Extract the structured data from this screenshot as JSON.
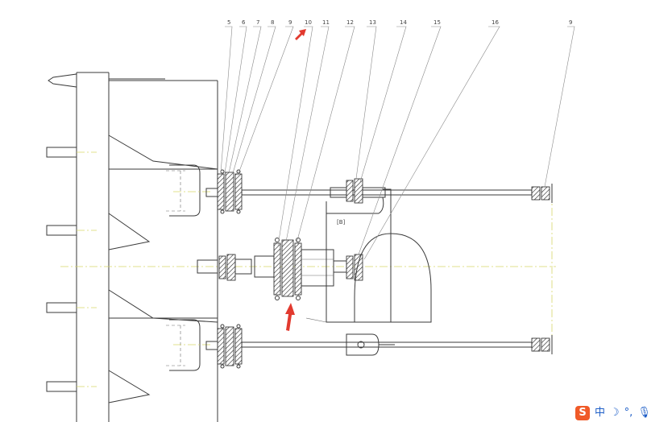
{
  "drawing": {
    "box_label": "[B]",
    "part_numbers": [
      "5",
      "6",
      "7",
      "8",
      "9",
      "10",
      "11",
      "12",
      "13",
      "14",
      "15",
      "16",
      "9"
    ]
  },
  "ime_toolbar": {
    "logo": "S",
    "mode_label": "中",
    "icons": [
      "moon-icon",
      "punctuation-icon",
      "microphone-icon"
    ],
    "punct_label": "°,"
  }
}
